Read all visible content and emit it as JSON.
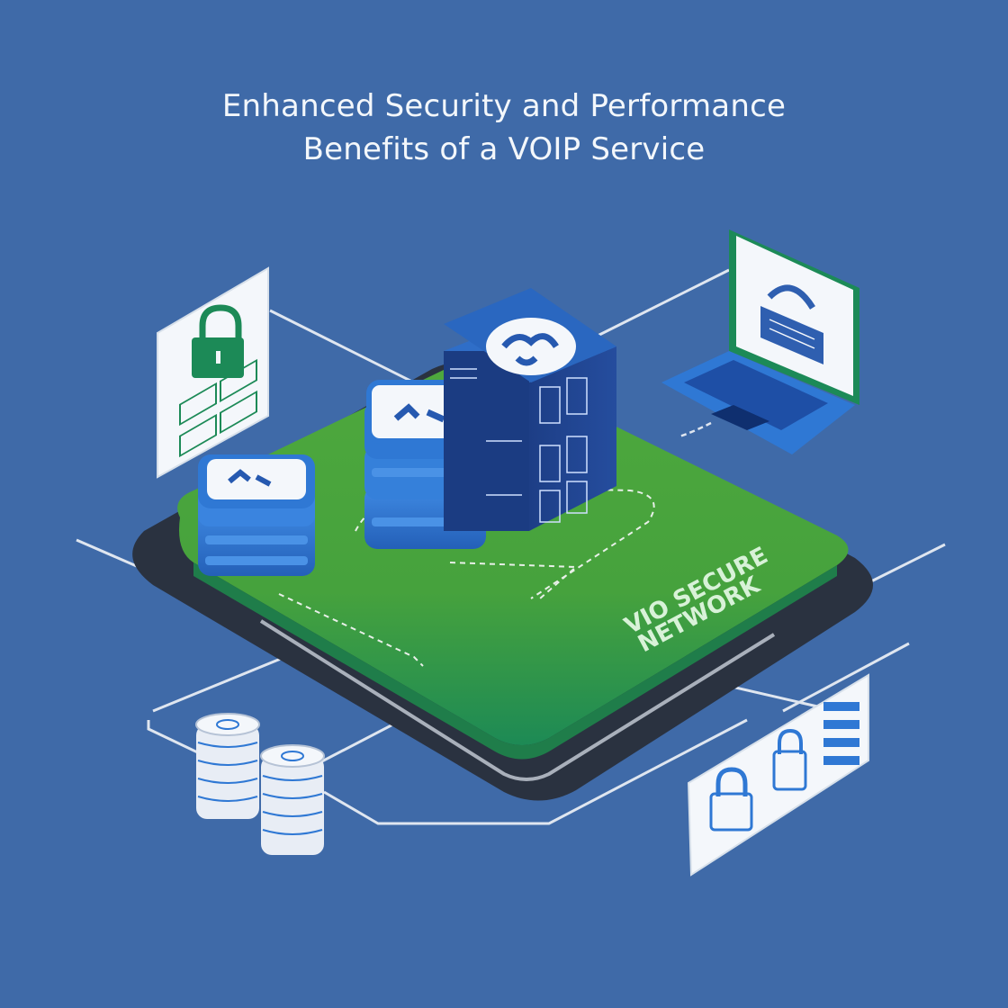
{
  "title": {
    "line1": "Enhanced Security and Performance",
    "line2": "Benefits of a VOIP Service"
  },
  "platform": {
    "label_line1": "VIO SECURE",
    "label_line2": "NETWORK"
  },
  "icons": [
    "padlock-panel-icon",
    "laptop-lock-icon",
    "globe-cube-icon",
    "server-stack-icon",
    "database-icon",
    "lock-documents-icon"
  ],
  "colors": {
    "background": "#3f6aa8",
    "platform_green": "#4aa53f",
    "platform_dark": "#1f7d4a",
    "base_dark": "#2a3240",
    "server_blue": "#2f78d4",
    "cube_navy": "#1e3f8f",
    "title_text": "#f3f7fb"
  }
}
